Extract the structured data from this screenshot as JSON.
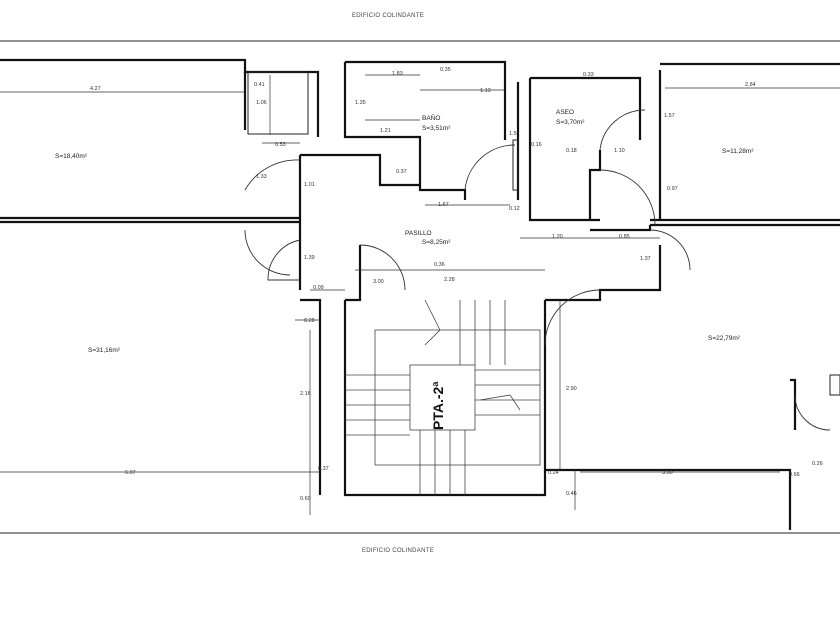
{
  "edges": {
    "top": "EDIFICIO COLINDANTE",
    "bottom": "EDIFICIO COLINDANTE"
  },
  "landing": "PTA.-2ª",
  "rooms": [
    {
      "id": "room-top-left",
      "label": "S=18,40m²"
    },
    {
      "id": "room-bottom-left",
      "label": "S=31,16m²"
    },
    {
      "id": "bathroom",
      "label": "BAÑO",
      "area": "S=3,51m²"
    },
    {
      "id": "toilet",
      "label": "ASEO",
      "area": "S=3,70m²"
    },
    {
      "id": "room-top-right",
      "label": "S=11,28m²"
    },
    {
      "id": "hallway",
      "label": "PASILLO",
      "area": "S=8,25m²"
    },
    {
      "id": "room-bottom-right",
      "label": "S=22,79m²"
    }
  ],
  "dimensions": [
    "4.27",
    "0.41",
    "1.06",
    "0.53",
    "1.83",
    "0.35",
    "1.13",
    "1.35",
    "1.21",
    "0.33",
    "1.5",
    "0.16",
    "0.18",
    "1.10",
    "2.84",
    "1.57",
    "0.97",
    "0.37",
    "1.67",
    "0.12",
    "1.20",
    "0.85",
    "1.01",
    "1.33",
    "1.39",
    "0.09",
    "3.00",
    "0.36",
    "2.28",
    "1.37",
    "0.28",
    "2.16",
    "2.90",
    "6.07",
    "0.37",
    "0.60",
    "0.24",
    "0.46",
    "3.00",
    "0.66",
    "0.26"
  ]
}
